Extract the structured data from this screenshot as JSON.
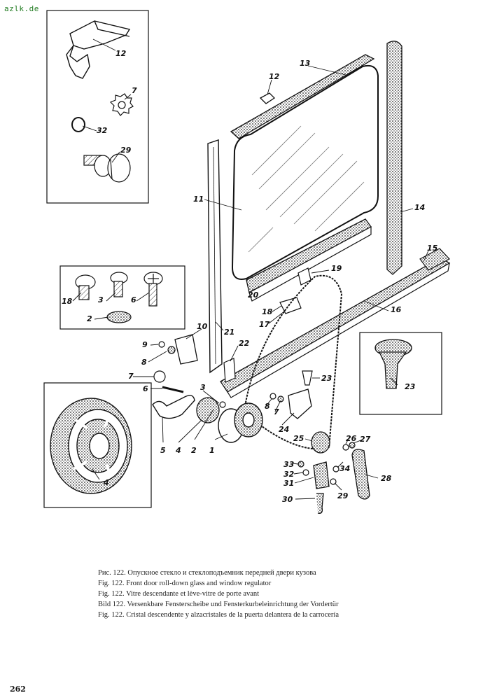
{
  "watermark": "azlk.de",
  "page_number": "262",
  "caption": [
    "Рис. 122. Опускное стекло и стеклоподъемник передней двери кузова",
    "Fig. 122. Front door roll-down glass and window regulator",
    "Fig. 122. Vitre descendante et lève-vitre de porte avant",
    "Bild 122. Versenkbare Fensterscheibe und Fensterkurbeleinrichtung der Vordertür",
    "Fig. 122. Cristal descendente y alzacristales de la puerta delantera de la carrocería"
  ],
  "callouts": {
    "inset_top": [
      "12",
      "7",
      "32",
      "29"
    ],
    "inset_screws": [
      "18",
      "3",
      "6",
      "2"
    ],
    "inset_wheel": [
      "4"
    ],
    "inset_knob": [
      "23"
    ],
    "main": [
      "13",
      "12",
      "14",
      "11",
      "15",
      "16",
      "19",
      "20",
      "18",
      "17",
      "10",
      "21",
      "9",
      "8",
      "22",
      "7",
      "6",
      "3",
      "23",
      "8",
      "7",
      "24",
      "5",
      "4",
      "2",
      "1",
      "25",
      "26",
      "27",
      "33",
      "32",
      "34",
      "31",
      "28",
      "29",
      "30"
    ]
  }
}
